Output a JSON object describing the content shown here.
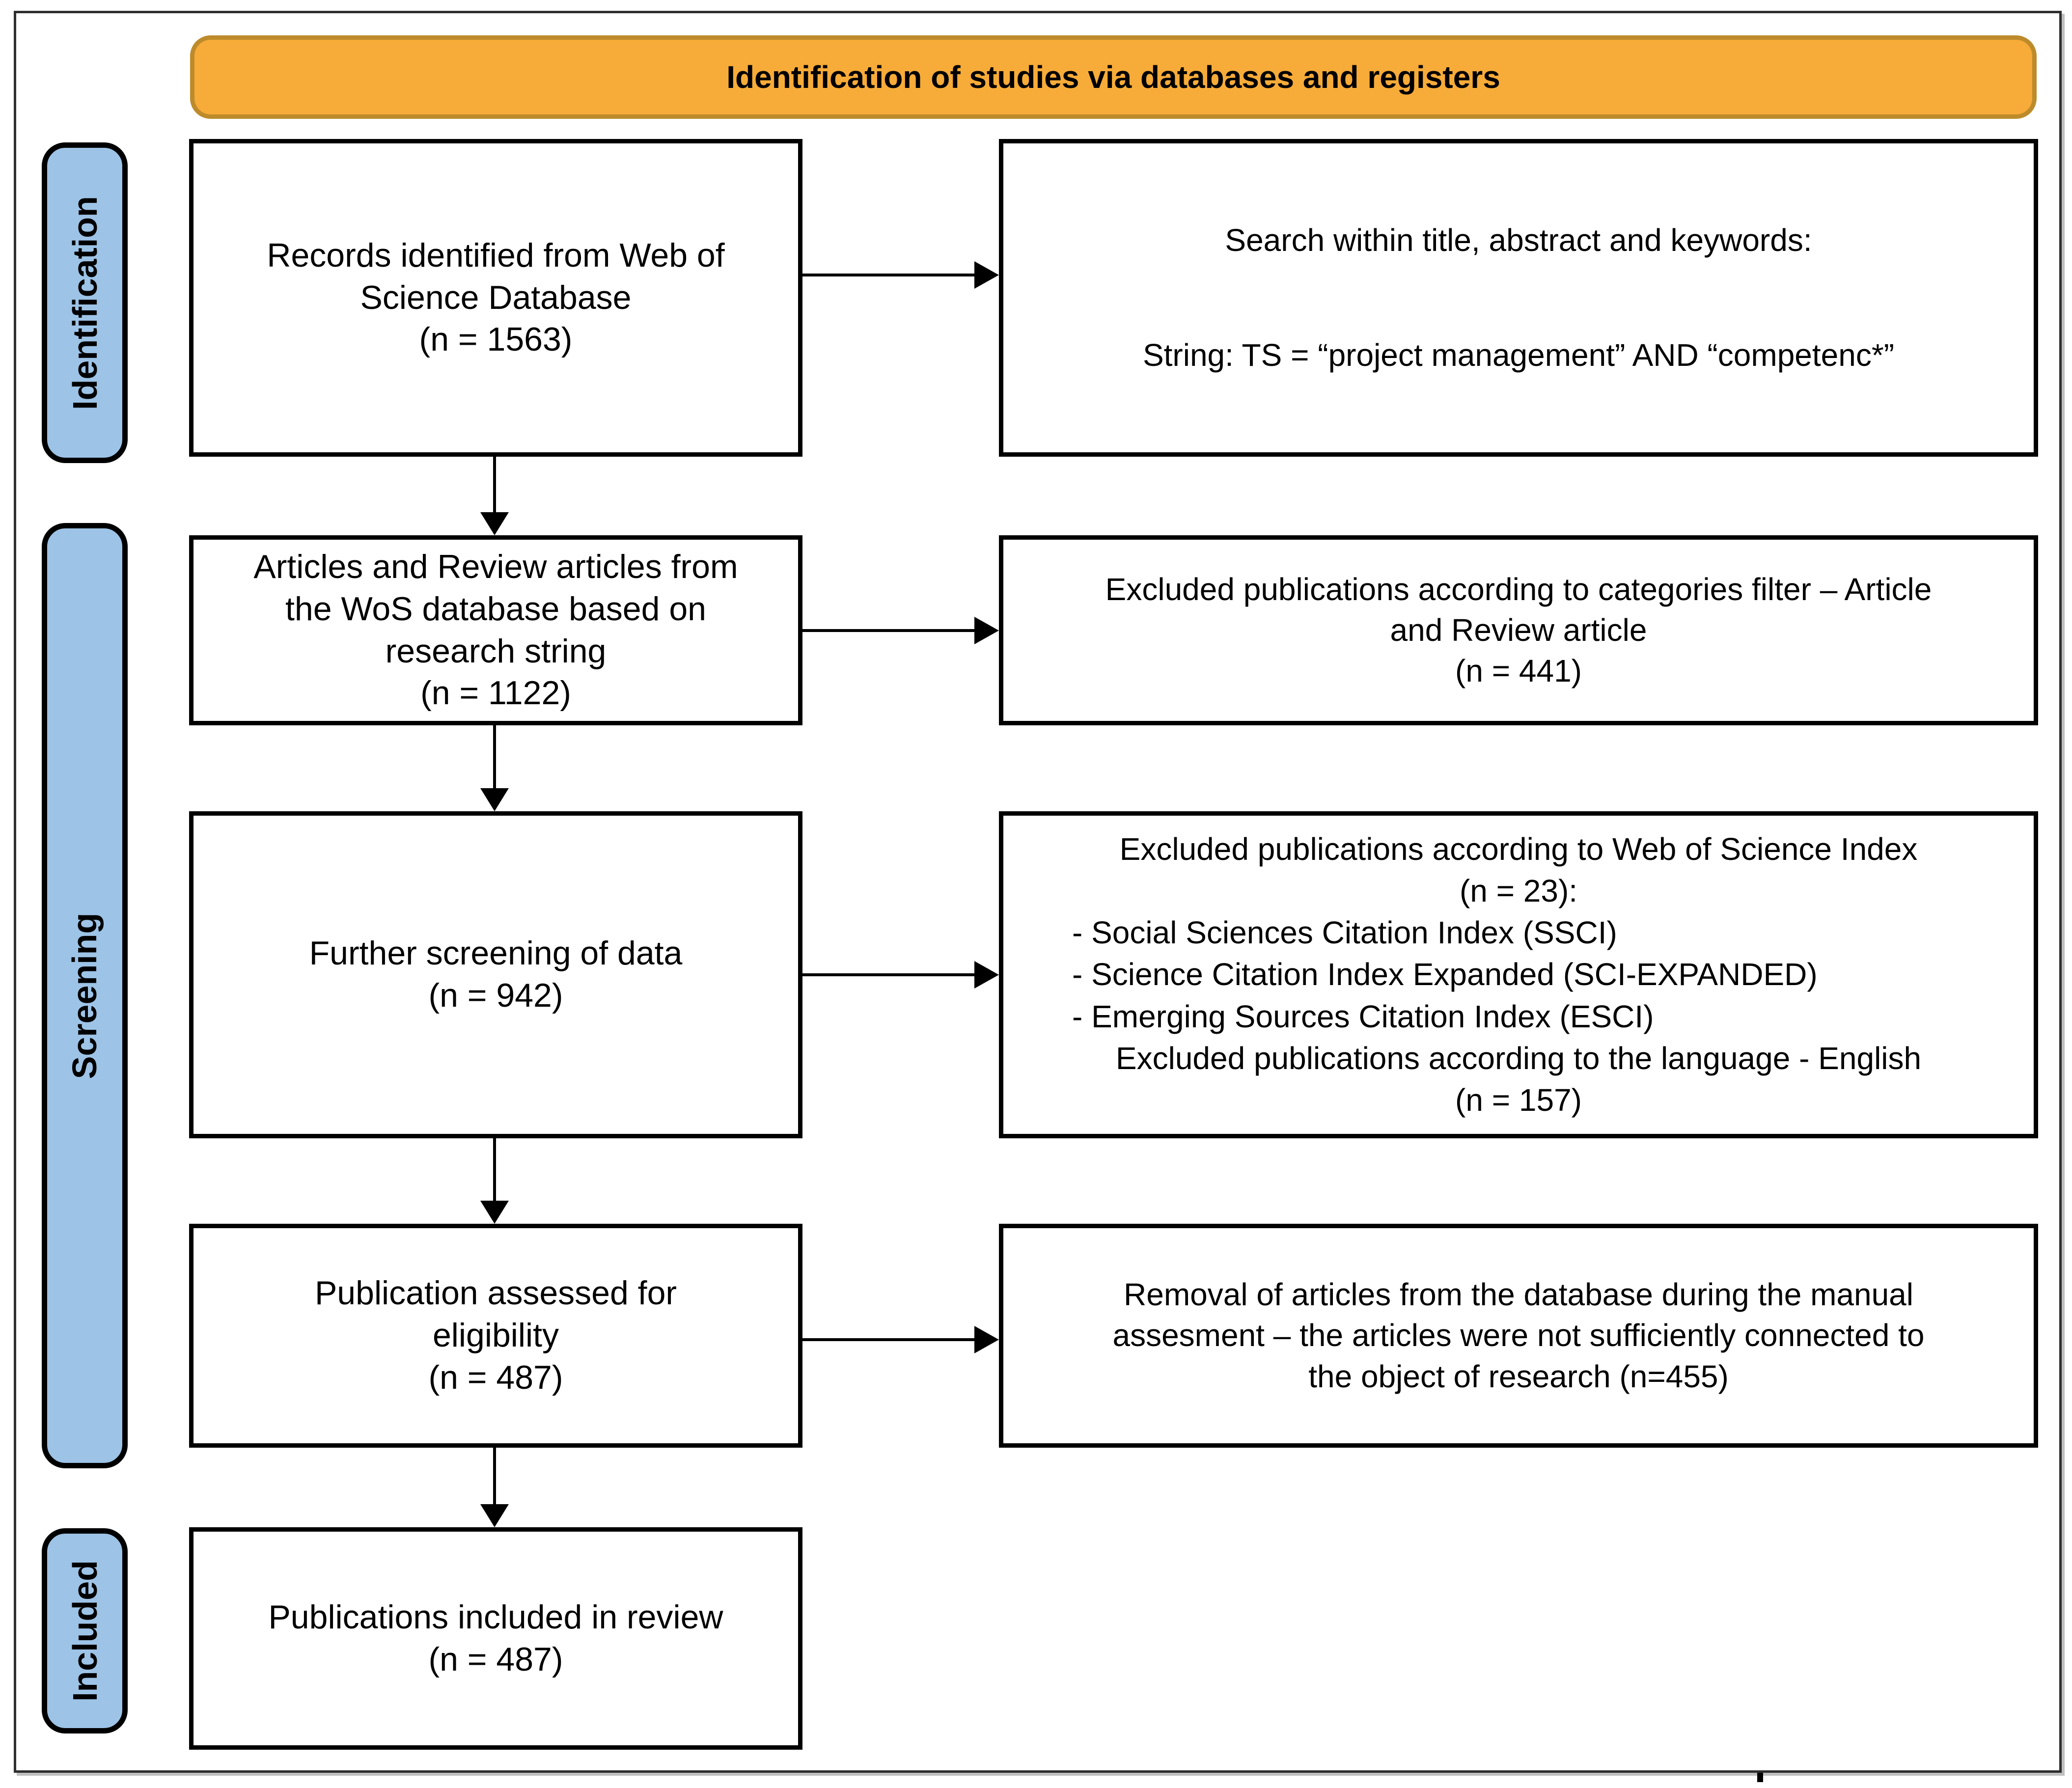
{
  "figure": {
    "header": {
      "title": "Identification of studies via databases and registers"
    },
    "colors": {
      "header_bg": "#F7AB38",
      "header_border": "#BD8B2B",
      "stage_bg": "#9DC3E6",
      "box_border": "#000000"
    },
    "stages": [
      {
        "label": "Identification"
      },
      {
        "label": "Screening"
      },
      {
        "label": "Included"
      }
    ],
    "left_boxes": [
      {
        "lines": [
          "Records identified from Web of",
          "Science Database",
          "(n = 1563)"
        ]
      },
      {
        "lines": [
          "Articles and Review articles from",
          "the WoS database based on",
          "research string",
          "(n = 1122)"
        ]
      },
      {
        "lines": [
          "Further screening of data",
          "(n = 942)"
        ]
      },
      {
        "lines": [
          "Publication assessed for",
          "eligibility",
          "(n = 487)"
        ]
      },
      {
        "lines": [
          "Publications included in review",
          "(n = 487)"
        ]
      }
    ],
    "right_boxes": [
      {
        "lines_top": [
          "Search within title, abstract and keywords:"
        ],
        "lines_bottom": [
          "String: TS = “project management” AND “competenc*”"
        ]
      },
      {
        "lines": [
          "Excluded publications according to categories filter – Article",
          "and Review article",
          "(n = 441)"
        ]
      },
      {
        "lines_top": [
          "Excluded publications according to Web of Science Index",
          "(n = 23):"
        ],
        "list": [
          "- Social Sciences Citation Index (SSCI)",
          "- Science Citation Index Expanded (SCI-EXPANDED)",
          "- Emerging Sources Citation Index (ESCI)"
        ],
        "lines_bottom": [
          "Excluded publications according to the language - English",
          "(n = 157)"
        ]
      },
      {
        "lines": [
          "Removal of articles from the database during the manual",
          "assesment – the articles were not sufficiently connected to",
          "the object of research (n=455)"
        ]
      }
    ],
    "footnote_mark": "."
  }
}
